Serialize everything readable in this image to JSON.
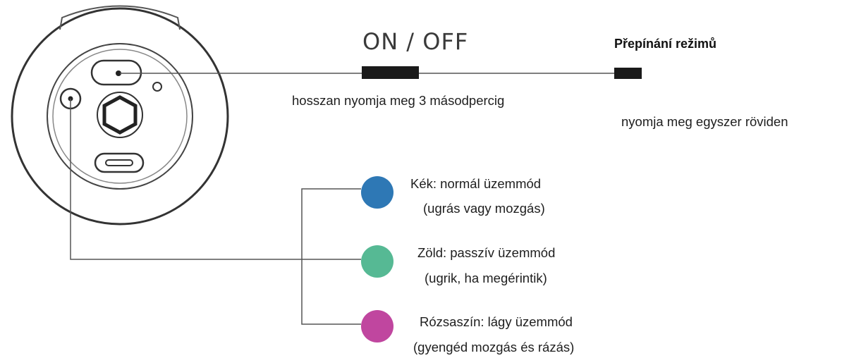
{
  "buttons": {
    "power": {
      "title": "ON / OFF",
      "hint": "hosszan nyomja meg 3 másodpercig"
    },
    "mode": {
      "title": "Přepínání režimů",
      "hint": "nyomja meg egyszer röviden"
    }
  },
  "modes": [
    {
      "color": "#2e78b5",
      "title": "Kék: normál üzemmód",
      "detail": "(ugrás vagy mozgás)"
    },
    {
      "color": "#56b994",
      "title": "Zöld: passzív üzemmód",
      "detail": "(ugrik, ha megérintik)"
    },
    {
      "color": "#c0469f",
      "title": "Rózsaszín: lágy üzemmód",
      "detail": "(gyengéd mozgás és rázás)"
    }
  ],
  "colors": {
    "line": "#555555",
    "button_bar": "#1a1a1a"
  }
}
